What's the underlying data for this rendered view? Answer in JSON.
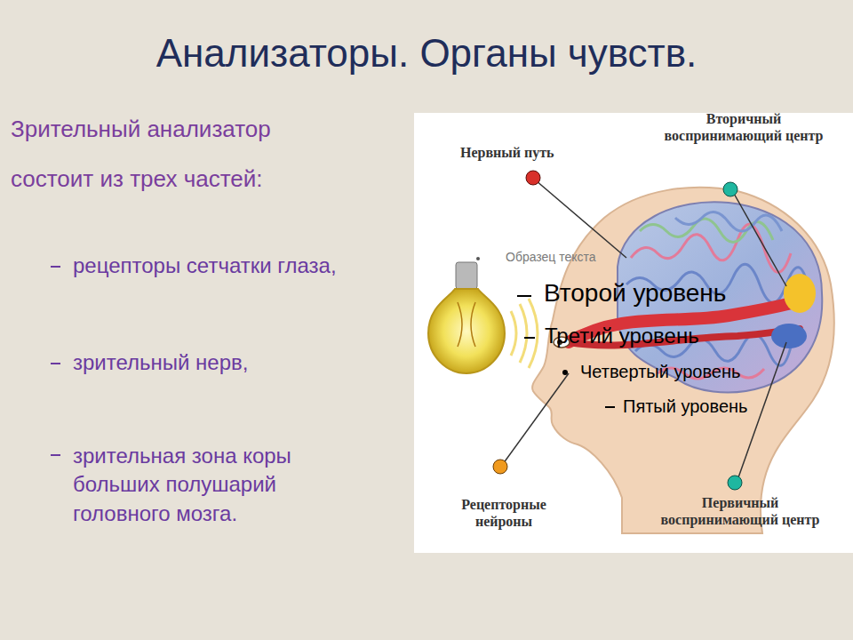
{
  "diagram": {
    "title": "Анализаторы. Органы чувств.",
    "labels": [
      "Зрительный анализатор",
      "состоит из трех частей:",
      "рецепторы сетчатки глаза,",
      "зрительный нерв,",
      "зрительная зона коры больших полушарий головного мозга.",
      "Нервный путь",
      "Вторичный воспринимающий центр",
      "Рецепторные нейроны",
      "Первичный воспринимающий центр",
      "Образец текста",
      "Второй уровень",
      "Третий уровень",
      "Четвертый уровень",
      "Пятый уровень"
    ]
  }
}
